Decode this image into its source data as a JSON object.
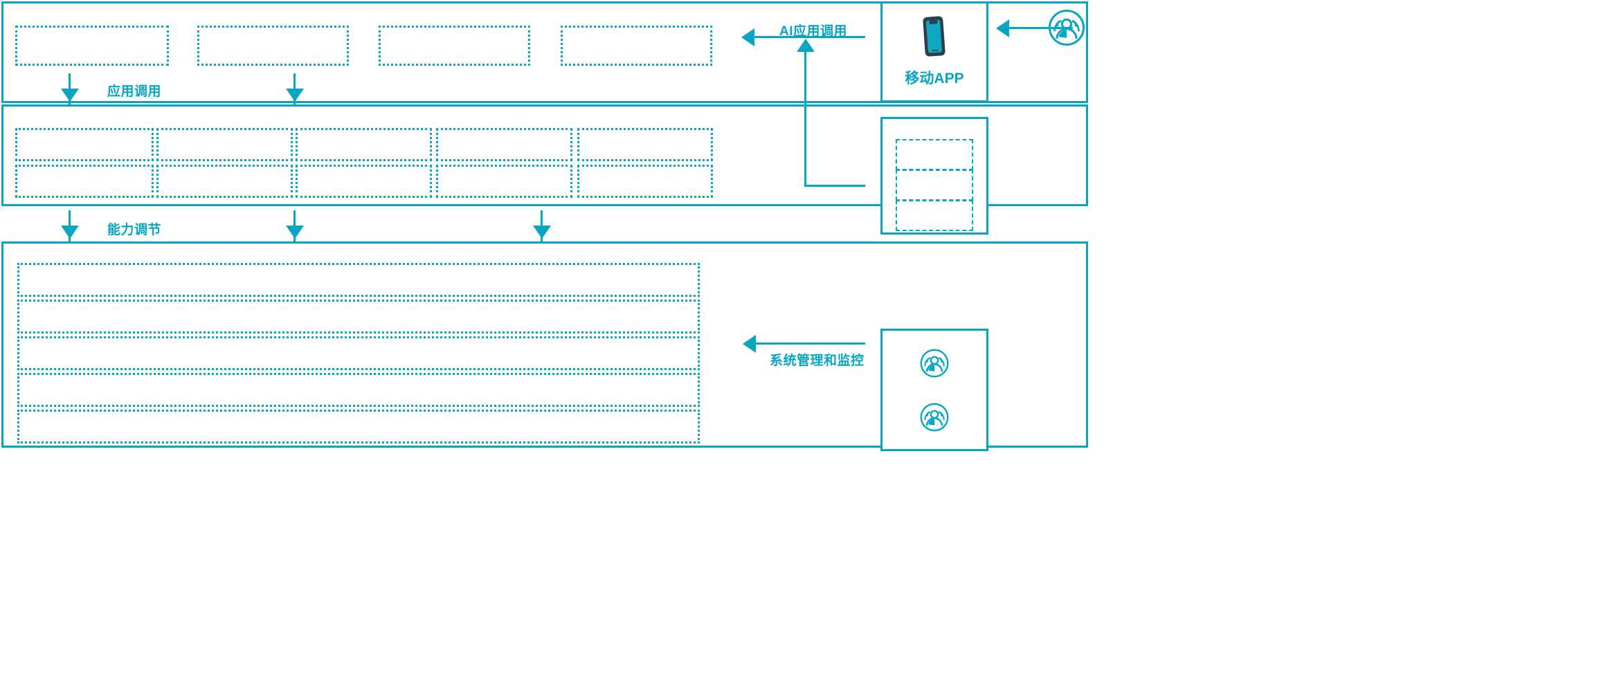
{
  "theme": {
    "accent": "#06a6c2",
    "icon_dark": "#2c3e50",
    "background": "#ffffff"
  },
  "diagram": {
    "type": "architecture-layer-diagram",
    "layers": [
      {
        "name": "application-layer",
        "label": "",
        "boxes": [
          {
            "label": ""
          },
          {
            "label": ""
          },
          {
            "label": ""
          },
          {
            "label": ""
          }
        ]
      },
      {
        "name": "capability-layer",
        "label": "",
        "columns": [
          {
            "top": {
              "label": ""
            },
            "bottom": {
              "label": ""
            }
          },
          {
            "top": {
              "label": ""
            },
            "bottom": {
              "label": ""
            }
          },
          {
            "top": {
              "label": ""
            },
            "bottom": {
              "label": ""
            }
          },
          {
            "top": {
              "label": ""
            },
            "bottom": {
              "label": ""
            }
          },
          {
            "top": {
              "label": ""
            },
            "bottom": {
              "label": ""
            }
          }
        ]
      },
      {
        "name": "platform-layer",
        "label": "",
        "rows": [
          {
            "label": ""
          },
          {
            "label": ""
          },
          {
            "label": ""
          },
          {
            "label": ""
          },
          {
            "label": ""
          }
        ]
      }
    ],
    "flows": [
      {
        "name": "app-invoke",
        "label": "应用调用",
        "direction": "down"
      },
      {
        "name": "capability-orchestration",
        "label": "能力调节",
        "direction": "down"
      },
      {
        "name": "ai-app-invoke",
        "label": "AI应用调用",
        "direction": "left"
      },
      {
        "name": "system-admin-monitor",
        "label": "系统管理和监控",
        "direction": "left"
      }
    ],
    "actors": [
      {
        "name": "mobile-app-node",
        "caption": "移动APP",
        "icon": "smartphone-icon"
      },
      {
        "name": "channel-node",
        "caption": "",
        "slots": [
          {
            "label": ""
          },
          {
            "label": ""
          },
          {
            "label": ""
          }
        ]
      },
      {
        "name": "operations-node",
        "caption": "",
        "icons": [
          "users-circle-icon",
          "users-circle-icon"
        ]
      },
      {
        "name": "end-user-actor",
        "caption": "",
        "icon": "users-circle-icon"
      }
    ]
  }
}
